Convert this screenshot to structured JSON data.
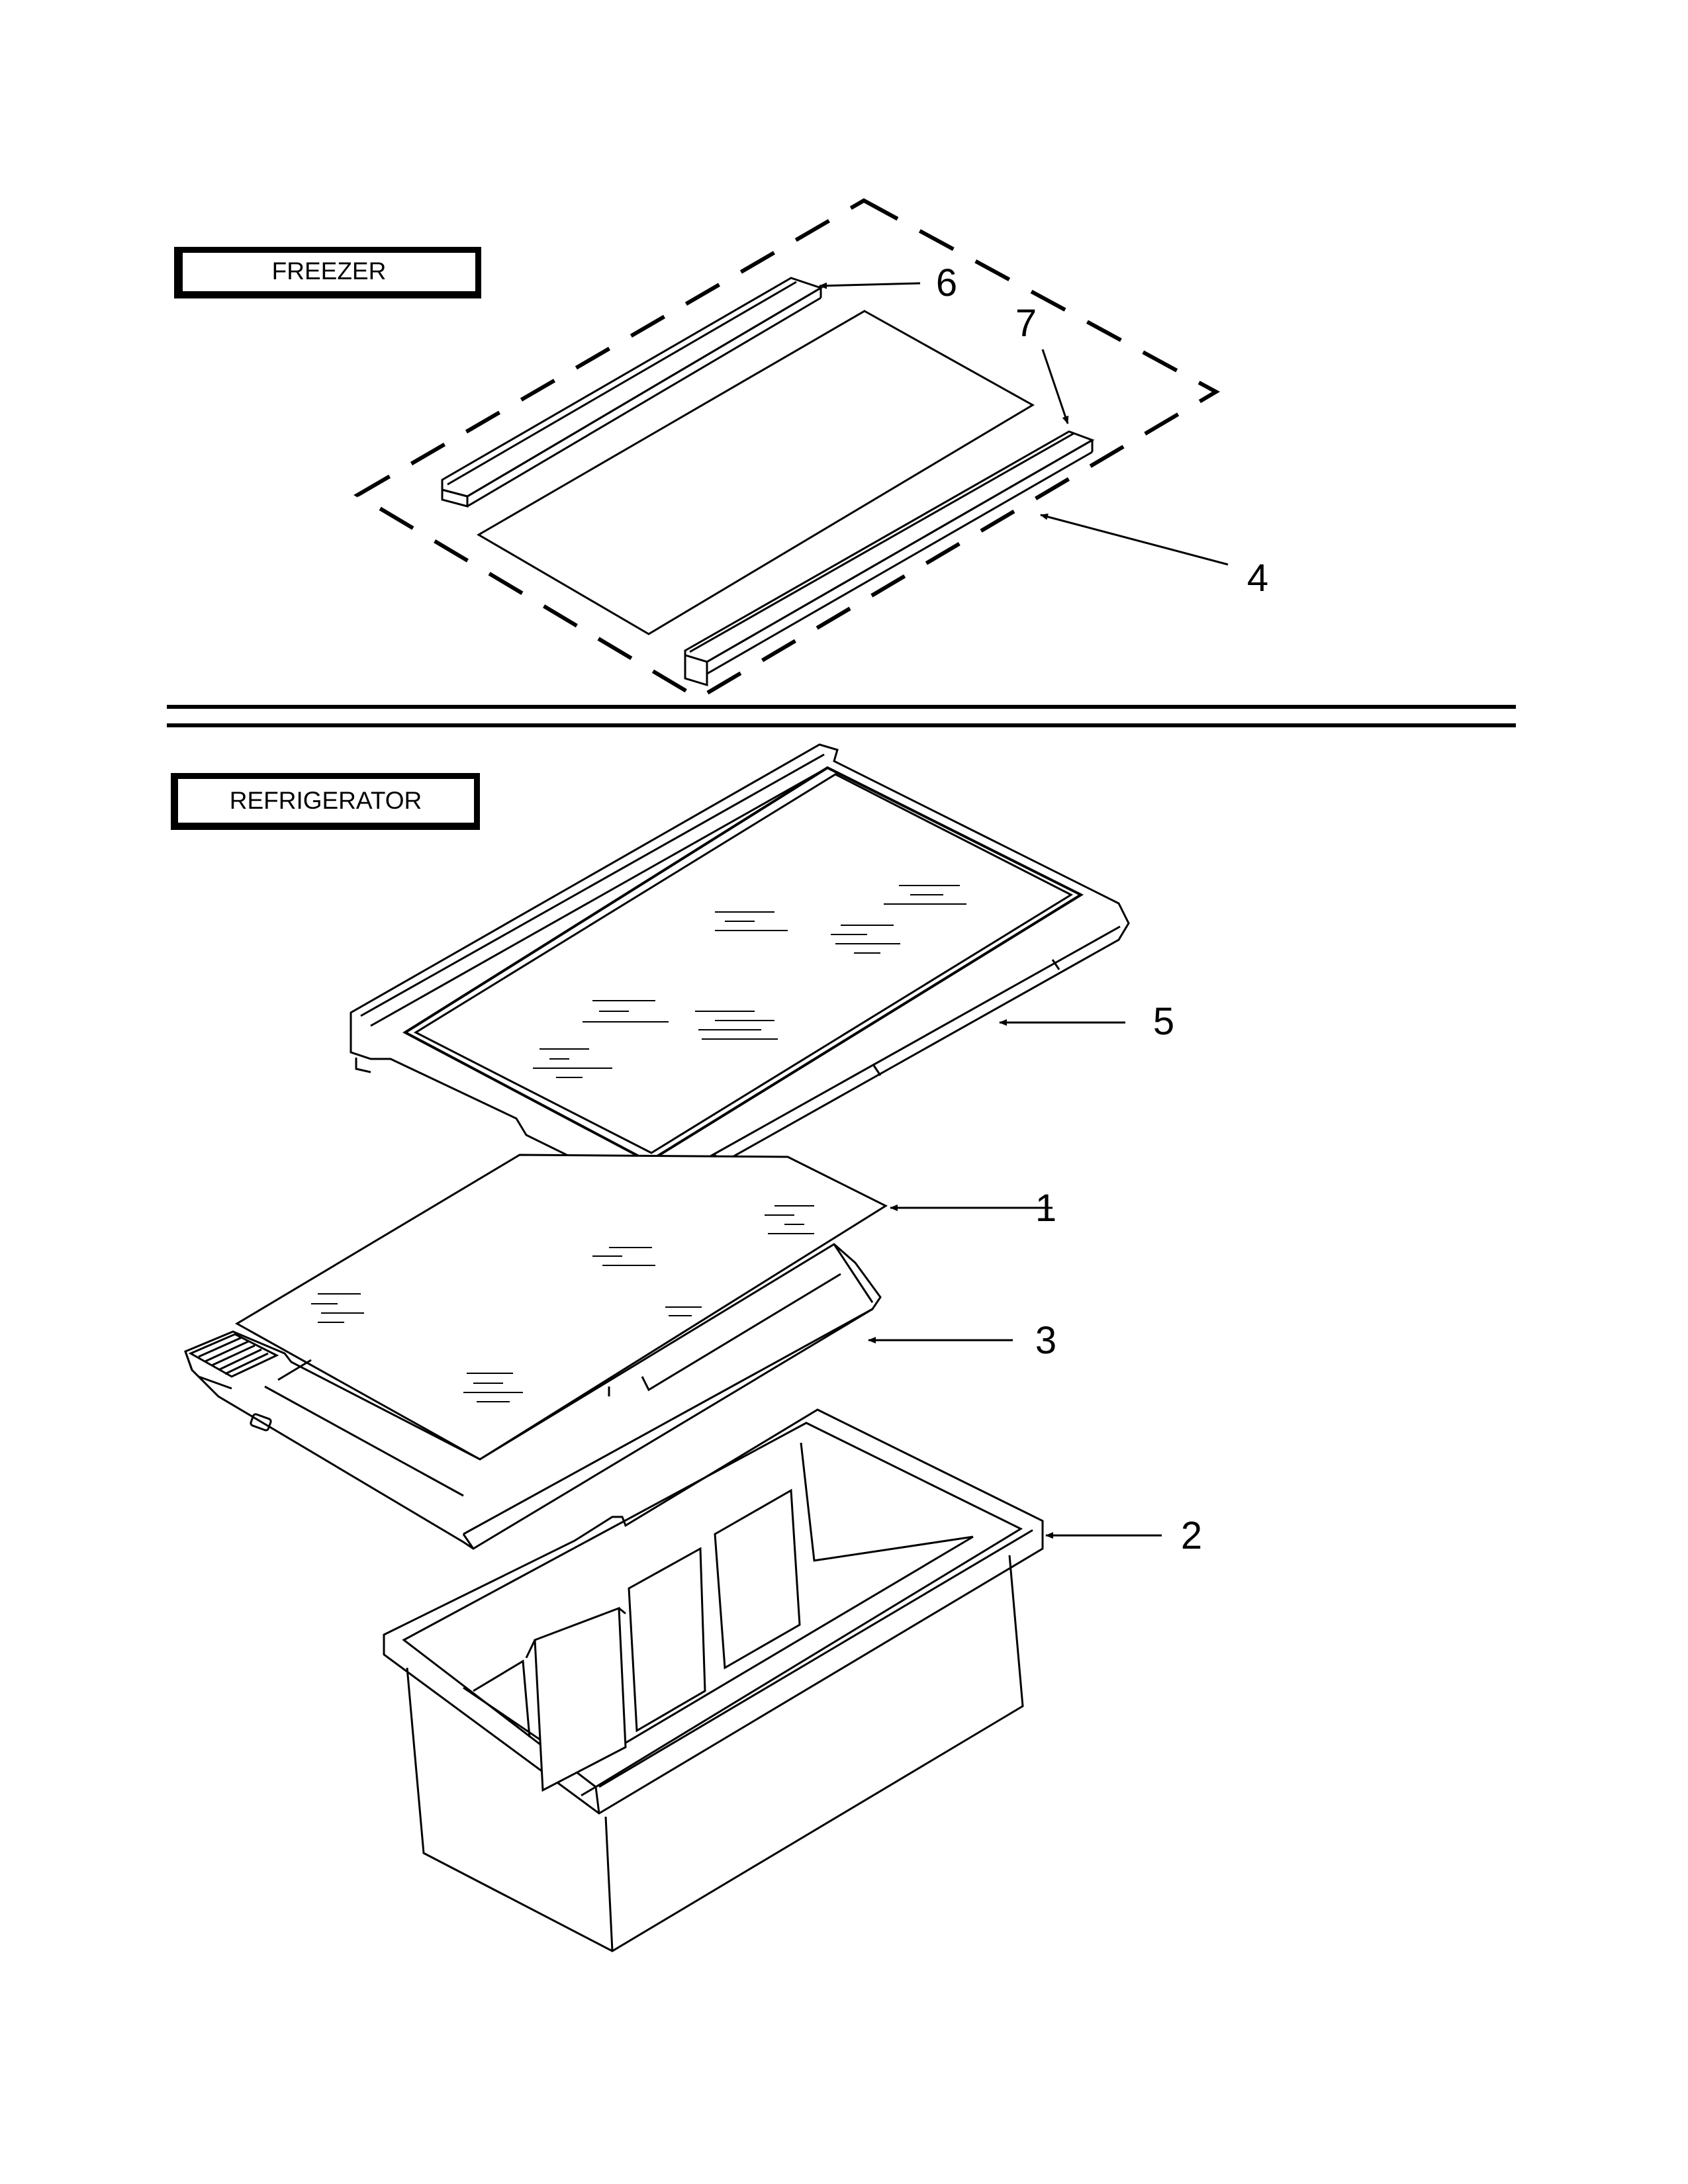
{
  "sections": {
    "freezer": {
      "label": "FREEZER"
    },
    "refrigerator": {
      "label": "REFRIGERATOR"
    }
  },
  "callouts": {
    "c1": "1",
    "c2": "2",
    "c3": "3",
    "c4": "4",
    "c5": "5",
    "c6": "6",
    "c7": "7"
  },
  "parts": [
    {
      "number": "1",
      "depicts": "glass-shelf-panel",
      "section": "REFRIGERATOR"
    },
    {
      "number": "2",
      "depicts": "crisper-pan",
      "section": "REFRIGERATOR"
    },
    {
      "number": "3",
      "depicts": "crisper-cover-frame",
      "section": "REFRIGERATOR"
    },
    {
      "number": "4",
      "depicts": "freezer-shelf-assembly",
      "section": "FREEZER"
    },
    {
      "number": "5",
      "depicts": "shelf-frame",
      "section": "REFRIGERATOR"
    },
    {
      "number": "6",
      "depicts": "shelf-trim-rear",
      "section": "FREEZER"
    },
    {
      "number": "7",
      "depicts": "shelf-trim-front",
      "section": "FREEZER"
    }
  ],
  "colors": {
    "line": "#000000",
    "background": "#ffffff"
  }
}
